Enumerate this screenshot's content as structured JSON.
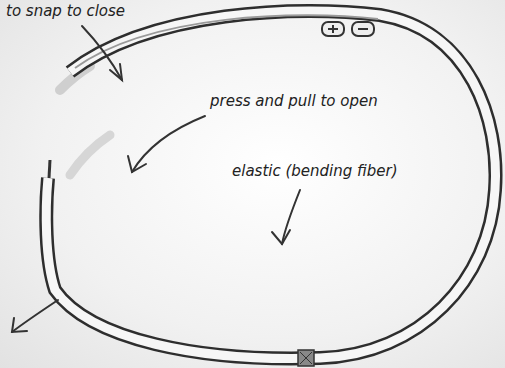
{
  "diagram": {
    "labels": [
      "to snap to close",
      "press and pull to open",
      "elastic (bending fiber)"
    ]
  }
}
